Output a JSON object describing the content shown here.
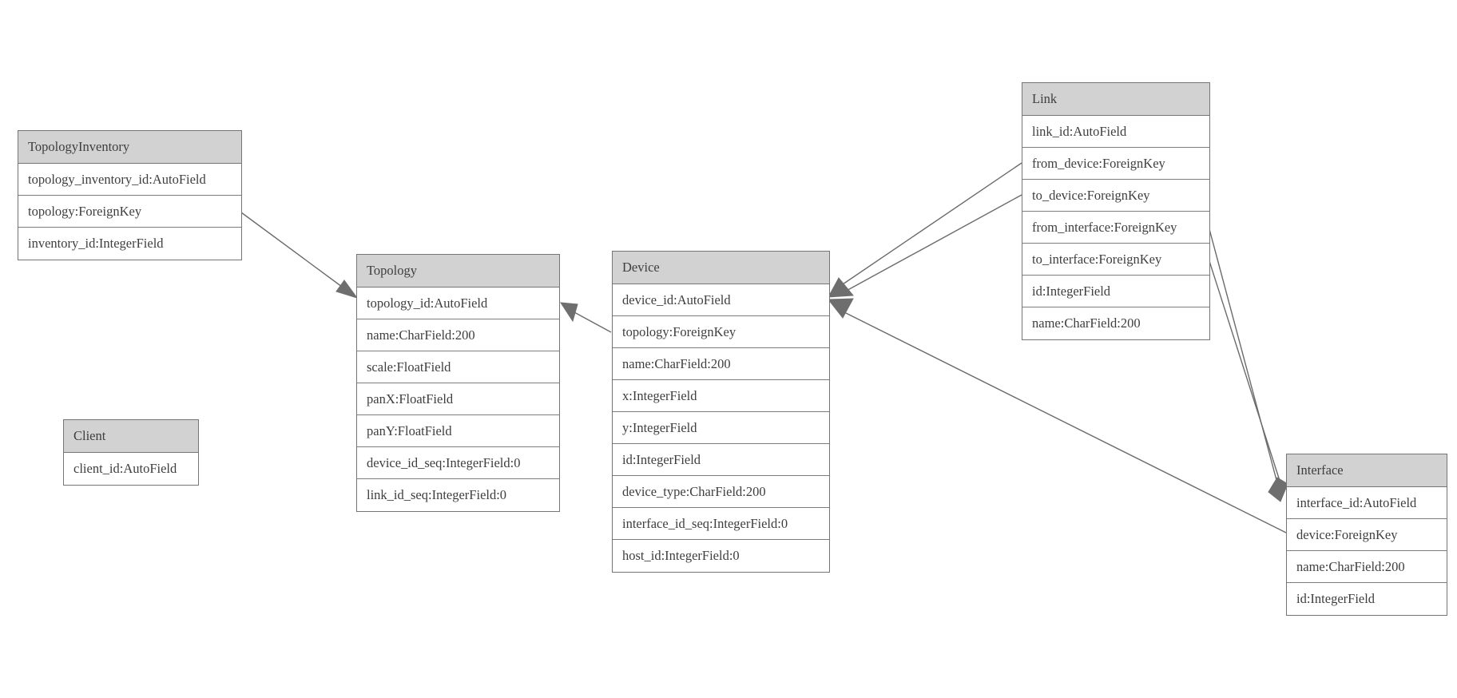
{
  "diagram": {
    "type": "database-model-graph",
    "tables": [
      {
        "name": "TopologyInventory",
        "fields": [
          "topology_inventory_id:AutoField",
          "topology:ForeignKey",
          "inventory_id:IntegerField"
        ]
      },
      {
        "name": "Topology",
        "fields": [
          "topology_id:AutoField",
          "name:CharField:200",
          "scale:FloatField",
          "panX:FloatField",
          "panY:FloatField",
          "device_id_seq:IntegerField:0",
          "link_id_seq:IntegerField:0"
        ]
      },
      {
        "name": "Client",
        "fields": [
          "client_id:AutoField"
        ]
      },
      {
        "name": "Device",
        "fields": [
          "device_id:AutoField",
          "topology:ForeignKey",
          "name:CharField:200",
          "x:IntegerField",
          "y:IntegerField",
          "id:IntegerField",
          "device_type:CharField:200",
          "interface_id_seq:IntegerField:0",
          "host_id:IntegerField:0"
        ]
      },
      {
        "name": "Link",
        "fields": [
          "link_id:AutoField",
          "from_device:ForeignKey",
          "to_device:ForeignKey",
          "from_interface:ForeignKey",
          "to_interface:ForeignKey",
          "id:IntegerField",
          "name:CharField:200"
        ]
      },
      {
        "name": "Interface",
        "fields": [
          "interface_id:AutoField",
          "device:ForeignKey",
          "name:CharField:200",
          "id:IntegerField"
        ]
      }
    ],
    "relationships": [
      {
        "from": "TopologyInventory.topology",
        "to": "Topology"
      },
      {
        "from": "Device.topology",
        "to": "Topology"
      },
      {
        "from": "Link.from_device",
        "to": "Device"
      },
      {
        "from": "Link.to_device",
        "to": "Device"
      },
      {
        "from": "Link.from_interface",
        "to": "Interface"
      },
      {
        "from": "Link.to_interface",
        "to": "Interface"
      },
      {
        "from": "Interface.device",
        "to": "Device"
      }
    ],
    "colors": {
      "background": "#ffffff",
      "header_fill": "#d2d2d2",
      "table_border": "#757575",
      "row_divider": "#7c7c7c",
      "edge_line": "#6b6b6b",
      "arrowhead_fill": "#6e6e6e",
      "text": "#3e3e3e"
    }
  }
}
